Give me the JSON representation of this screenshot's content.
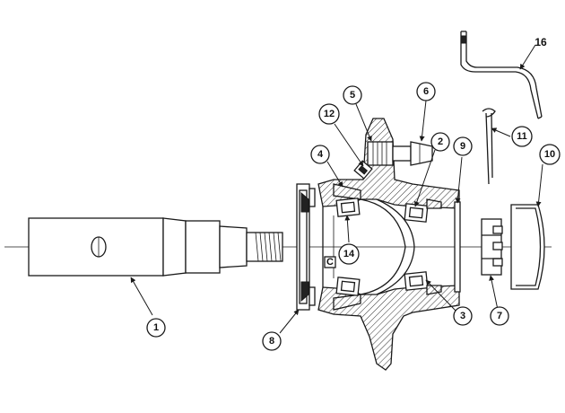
{
  "callouts": {
    "c1": "1",
    "c2": "2",
    "c3": "3",
    "c4": "4",
    "c5": "5",
    "c6": "6",
    "c7": "7",
    "c8": "8",
    "c9": "9",
    "c10": "10",
    "c11": "11",
    "c12": "12",
    "c14": "14",
    "c16": "16",
    "cC": "C"
  }
}
